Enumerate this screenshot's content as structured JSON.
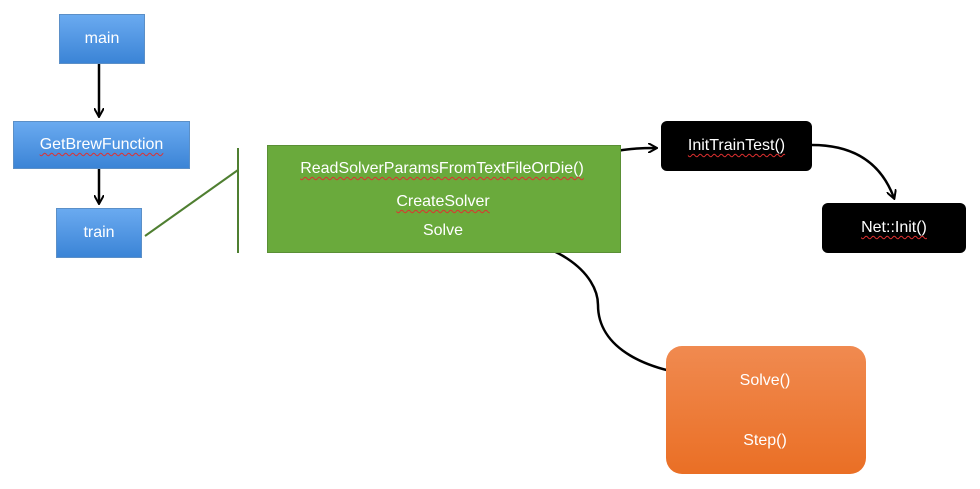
{
  "nodes": {
    "main": "main",
    "get_brew_function": "GetBrewFunction",
    "train": "train",
    "init_train_test": "InitTrainTest()",
    "net_init": "Net::Init()"
  },
  "train_panel": {
    "read_solver_params": "ReadSolverParamsFromTextFileOrDie()",
    "create_solver": "CreateSolver",
    "solve": "Solve"
  },
  "solver_panel": {
    "solve": "Solve()",
    "step": "Step()"
  },
  "colors": {
    "blue_node": "#4a92e2",
    "green_panel": "#6aaa3c",
    "orange_panel": "#ee7a35",
    "black_node": "#000000",
    "connector": "#3f7a2a",
    "arrow": "#000000"
  }
}
